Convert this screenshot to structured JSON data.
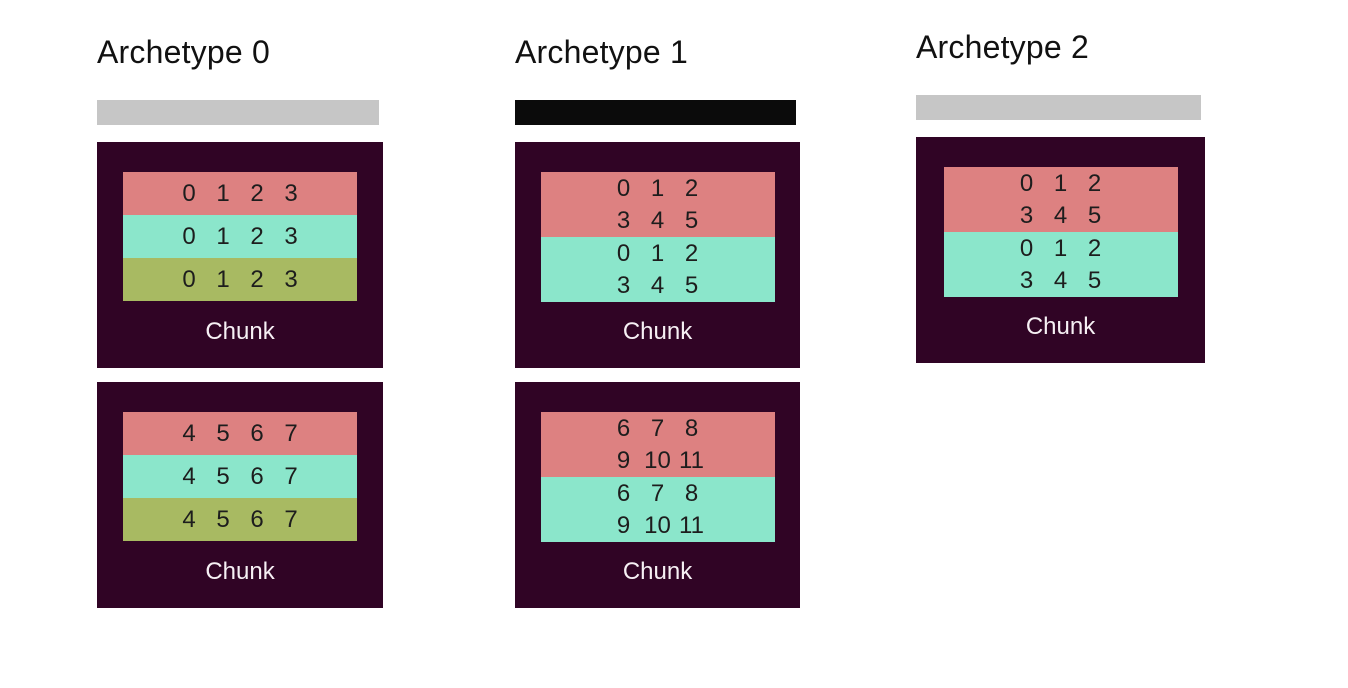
{
  "diagram": {
    "colors": {
      "chunk_background": "#300425",
      "salmon_array": "#dd8181",
      "mint_array": "#8be6cb",
      "olive_array": "#a8ba62",
      "gray_bar": "#c6c6c6",
      "black_bar": "#0b0b0b",
      "number_text": "#1d1d1d",
      "label_text": "#f6f0f4"
    },
    "archetypes": [
      {
        "title": "Archetype 0",
        "bar_color": "#c6c6c6",
        "chunks": [
          {
            "label": "Chunk",
            "rows": [
              {
                "color": "#dd8181",
                "lines": [
                  [
                    "0",
                    "1",
                    "2",
                    "3"
                  ]
                ]
              },
              {
                "color": "#8be6cb",
                "lines": [
                  [
                    "0",
                    "1",
                    "2",
                    "3"
                  ]
                ]
              },
              {
                "color": "#a8ba62",
                "lines": [
                  [
                    "0",
                    "1",
                    "2",
                    "3"
                  ]
                ]
              }
            ]
          },
          {
            "label": "Chunk",
            "rows": [
              {
                "color": "#dd8181",
                "lines": [
                  [
                    "4",
                    "5",
                    "6",
                    "7"
                  ]
                ]
              },
              {
                "color": "#8be6cb",
                "lines": [
                  [
                    "4",
                    "5",
                    "6",
                    "7"
                  ]
                ]
              },
              {
                "color": "#a8ba62",
                "lines": [
                  [
                    "4",
                    "5",
                    "6",
                    "7"
                  ]
                ]
              }
            ]
          }
        ]
      },
      {
        "title": "Archetype 1",
        "bar_color": "#0b0b0b",
        "chunks": [
          {
            "label": "Chunk",
            "rows": [
              {
                "color": "#dd8181",
                "lines": [
                  [
                    "0",
                    "1",
                    "2"
                  ],
                  [
                    "3",
                    "4",
                    "5"
                  ]
                ]
              },
              {
                "color": "#8be6cb",
                "lines": [
                  [
                    "0",
                    "1",
                    "2"
                  ],
                  [
                    "3",
                    "4",
                    "5"
                  ]
                ]
              }
            ]
          },
          {
            "label": "Chunk",
            "rows": [
              {
                "color": "#dd8181",
                "lines": [
                  [
                    "6",
                    "7",
                    "8"
                  ],
                  [
                    "9",
                    "10",
                    "11"
                  ]
                ]
              },
              {
                "color": "#8be6cb",
                "lines": [
                  [
                    "6",
                    "7",
                    "8"
                  ],
                  [
                    "9",
                    "10",
                    "11"
                  ]
                ]
              }
            ]
          }
        ]
      },
      {
        "title": "Archetype 2",
        "bar_color": "#c6c6c6",
        "chunks": [
          {
            "label": "Chunk",
            "rows": [
              {
                "color": "#dd8181",
                "lines": [
                  [
                    "0",
                    "1",
                    "2"
                  ],
                  [
                    "3",
                    "4",
                    "5"
                  ]
                ]
              },
              {
                "color": "#8be6cb",
                "lines": [
                  [
                    "0",
                    "1",
                    "2"
                  ],
                  [
                    "3",
                    "4",
                    "5"
                  ]
                ]
              }
            ]
          }
        ]
      }
    ]
  }
}
